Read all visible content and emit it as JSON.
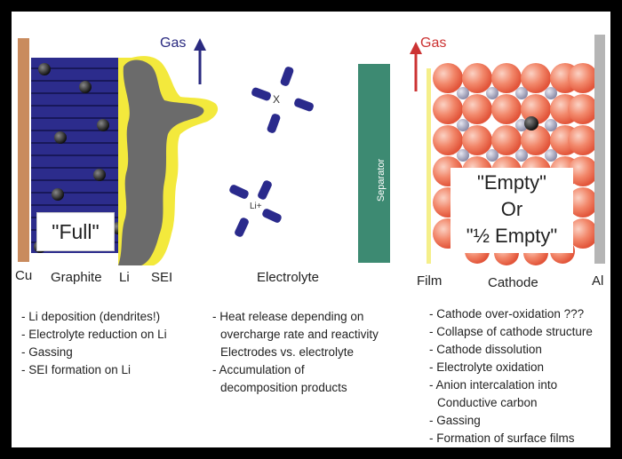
{
  "labels": {
    "cu": "Cu",
    "graphite": "Graphite",
    "li": "Li",
    "sei": "SEI",
    "electrolyte": "Electrolyte",
    "film": "Film",
    "cathode": "Cathode",
    "al": "Al",
    "separator": "Separator",
    "gas_left": "Gas",
    "gas_right": "Gas",
    "anion": "X",
    "cation": "Li+"
  },
  "badges": {
    "full": "\"Full\"",
    "empty_line1": "\"Empty\"",
    "empty_line2": "Or",
    "empty_line3": "\"½ Empty\""
  },
  "anode_effects": [
    "Li deposition (dendrites!)",
    "Electrolyte reduction on Li",
    "Gassing",
    "SEI formation on Li"
  ],
  "electrolyte_effects": {
    "item1_line1": "Heat release depending on",
    "item1_line2": "overcharge rate and reactivity",
    "item1_line3": "Electrodes vs. electrolyte",
    "item2_line1": "Accumulation of",
    "item2_line2": "decomposition products"
  },
  "cathode_effects": {
    "i1": "Cathode over-oxidation ???",
    "i2": "Collapse of cathode structure",
    "i3": "Cathode dissolution",
    "i4": "Electrolyte oxidation",
    "i5a": "Anion intercalation into",
    "i5b": "Conductive carbon",
    "i6": "Gassing",
    "i7": "Formation of surface films"
  },
  "colors": {
    "copper": "#c98b5e",
    "graphite_blue": "#2c2c8c",
    "lithium_gray": "#6b6b6b",
    "sei_yellow": "#f3e93c",
    "separator_green": "#3d8a72",
    "film_yellow": "#f5ef8a",
    "cathode_sphere": "#f07a5c",
    "aluminum_gray": "#b5b5b5",
    "gas_arrow_left": "#2a2a80",
    "gas_arrow_right": "#cc3333"
  }
}
